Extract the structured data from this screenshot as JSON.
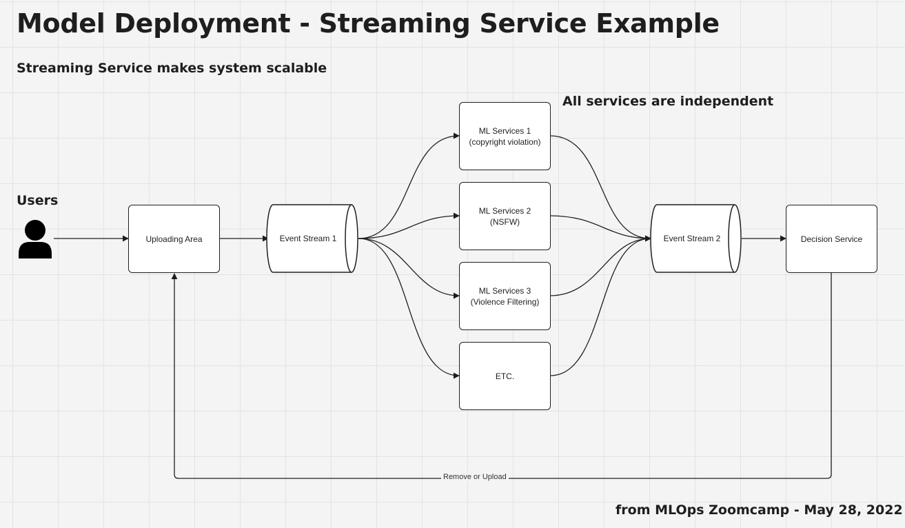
{
  "title": "Model Deployment - Streaming Service Example",
  "subtitle": "Streaming Service makes system scalable",
  "note": "All services are independent",
  "users_label": "Users",
  "footer": "from MLOps Zoomcamp - May 28, 2022",
  "nodes": {
    "uploading_area": "Uploading Area",
    "event_stream_1": "Event Stream 1",
    "ml_service_1": "ML Services 1 (copyright violation)",
    "ml_service_2": "ML Services 2 (NSFW)",
    "ml_service_3": "ML Services 3 (Violence Filtering)",
    "ml_service_etc": "ETC.",
    "event_stream_2": "Event Stream 2",
    "decision_service": "Decision Service"
  },
  "edges": {
    "feedback_label": "Remove or Upload"
  },
  "icons": {
    "user": "user-icon"
  },
  "colors": {
    "ink": "#1e1e1e",
    "background": "#f4f4f4",
    "grid": "#e3e3e3"
  }
}
